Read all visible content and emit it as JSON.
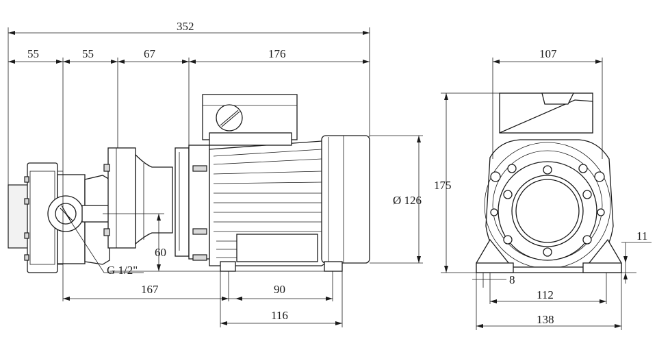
{
  "drawing": {
    "dimensions": {
      "total_length": "352",
      "seg_1": "55",
      "seg_2": "55",
      "seg_3": "67",
      "seg_4": "176",
      "width_top": "107",
      "diameter": "Ø 126",
      "height": "175",
      "shaft_height": "60",
      "port": "G 1/2\"",
      "base_offset": "167",
      "foot_spacing": "90",
      "foot_length": "116",
      "hole_spacing": "112",
      "base_width": "138",
      "foot_thickness": "11",
      "hole_diameter": "8"
    }
  }
}
